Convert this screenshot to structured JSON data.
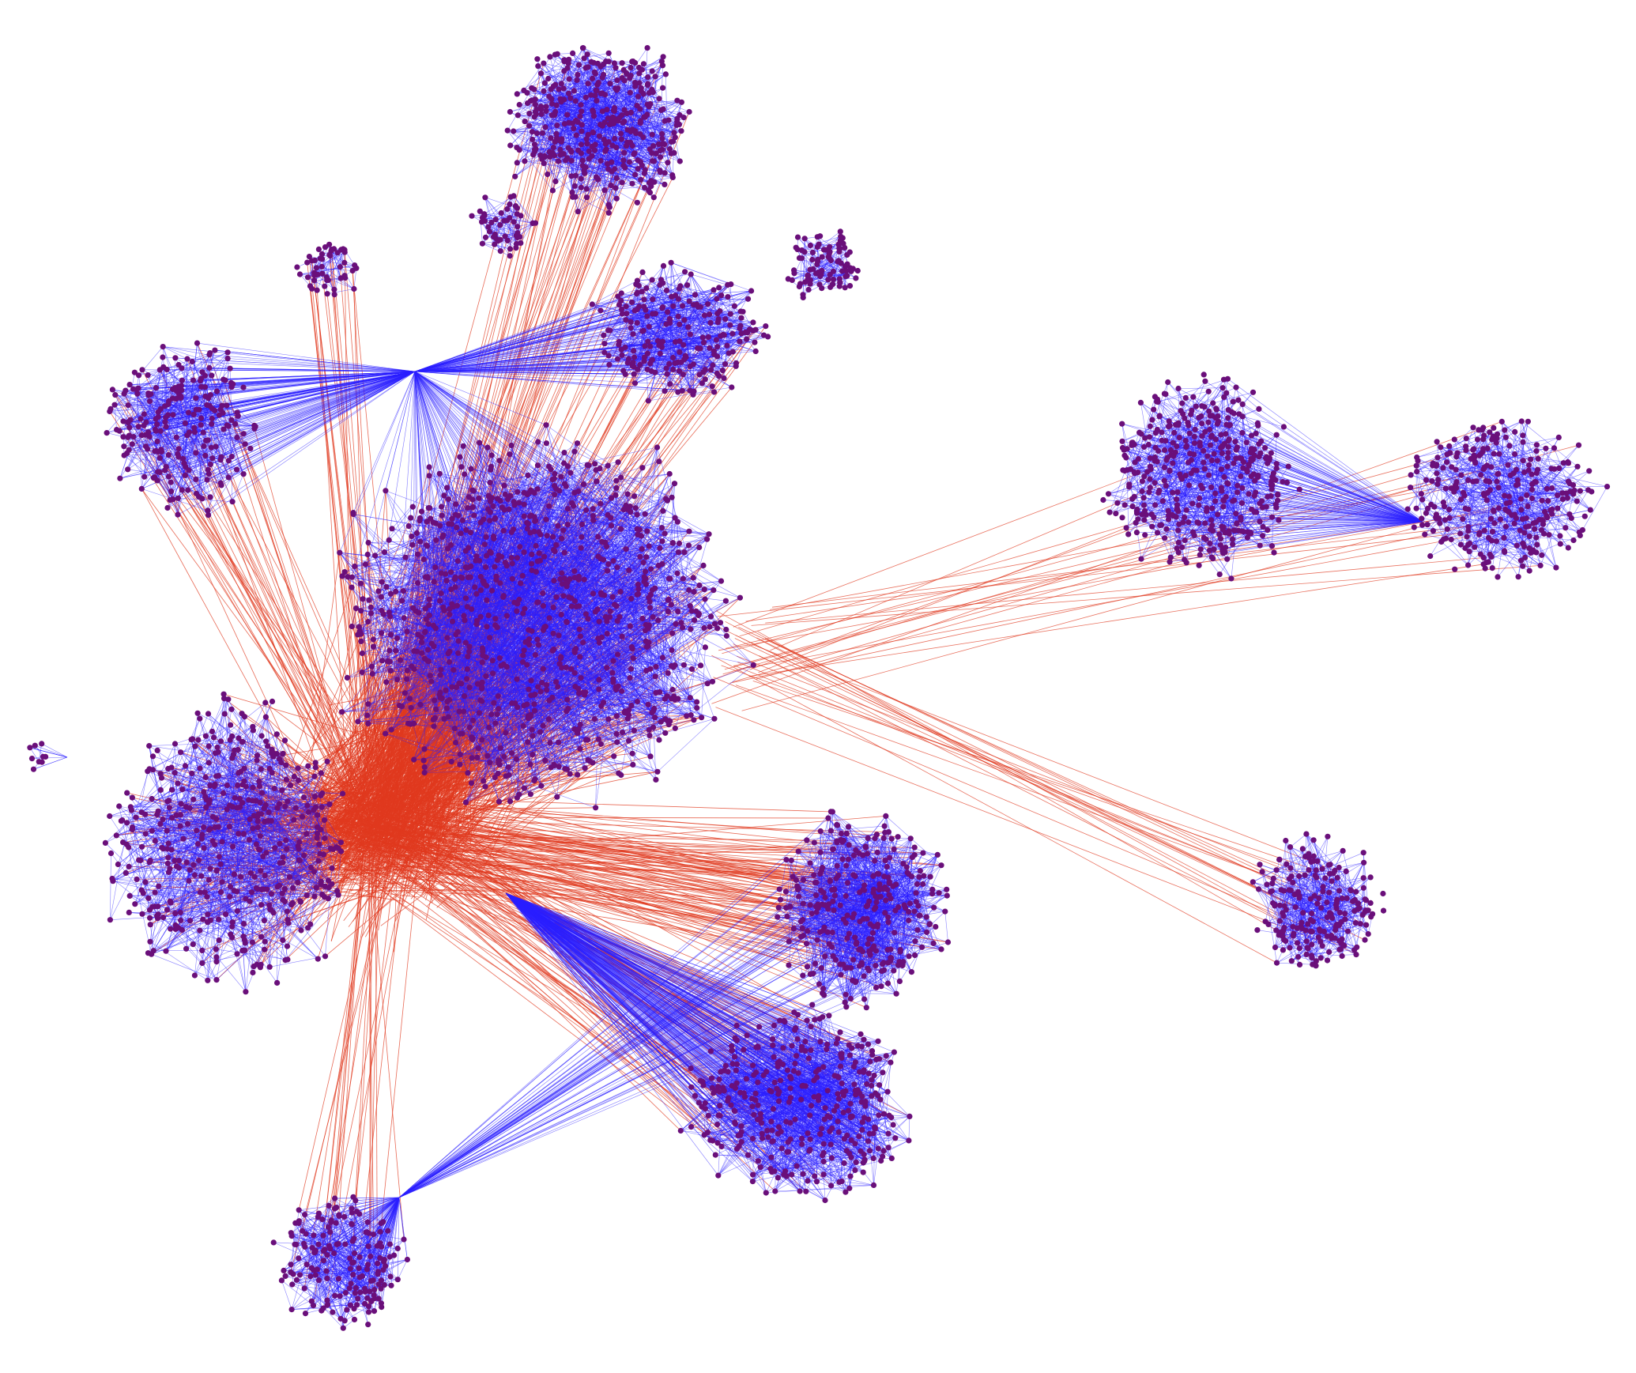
{
  "diagram": {
    "type": "network-graph",
    "description_visible_text": "",
    "colors": {
      "background": "#ffffff",
      "node": "#6a0f7a",
      "intra_cluster_edge": "#2b1fff",
      "inter_cluster_edge": "#e0391f"
    },
    "clusters": [
      {
        "id": "central-hub"
      },
      {
        "id": "left-dense-cluster"
      },
      {
        "id": "upper-left-cluster"
      },
      {
        "id": "small-top-left-cluster"
      },
      {
        "id": "top-cluster"
      },
      {
        "id": "top-small-cluster"
      },
      {
        "id": "upper-middle-cluster"
      },
      {
        "id": "upper-right-small-cluster"
      },
      {
        "id": "right-top-cluster"
      },
      {
        "id": "far-right-cluster"
      },
      {
        "id": "lower-middle-cluster-a"
      },
      {
        "id": "lower-middle-cluster-b"
      },
      {
        "id": "right-bottom-cluster"
      },
      {
        "id": "bottom-left-cluster"
      },
      {
        "id": "left-edge-fan"
      }
    ]
  }
}
